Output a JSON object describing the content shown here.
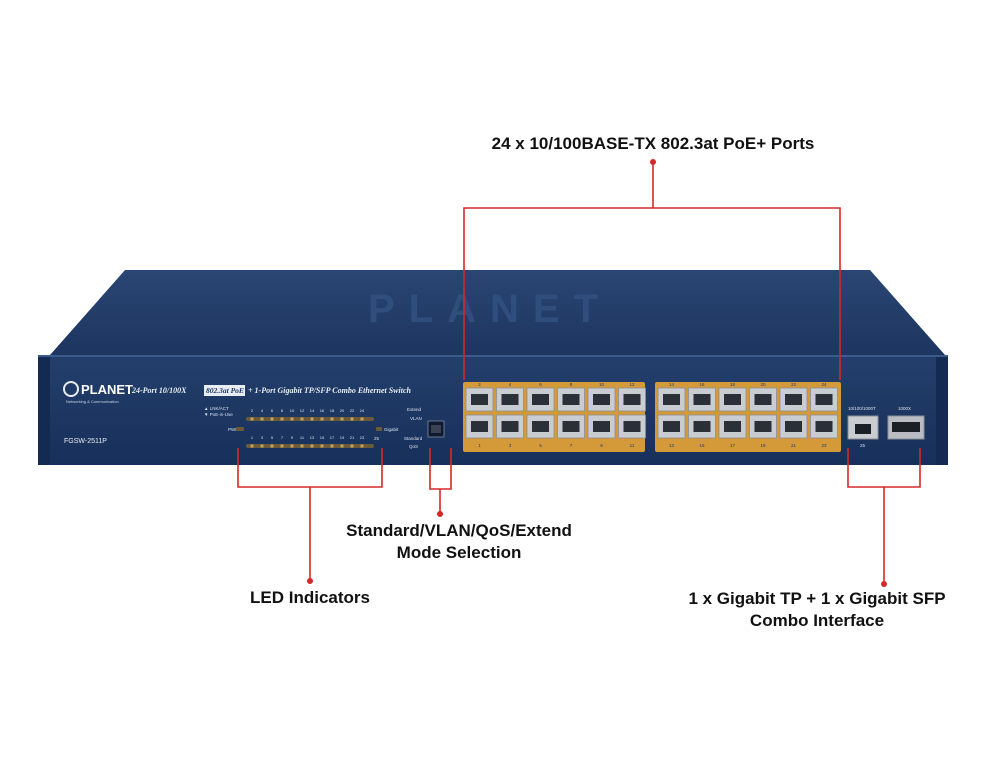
{
  "device": {
    "brand": "PLANET",
    "brand_tagline": "Networking & Communication",
    "description_prefix": "24-Port 10/100X",
    "description_badge": "802.3at PoE",
    "description_suffix": "+ 1-Port Gigabit TP/SFP Combo Ethernet Switch",
    "model": "FGSW-2511P",
    "led_legend_1": "▲ LNK/ACT",
    "led_legend_2": "▼ PoE-in-Use",
    "pwr_label": "PWR",
    "gigabit_label": "Gigabit",
    "mode_labels": [
      "Extend",
      "VLAN",
      "Standard",
      "QoS"
    ],
    "top_port_numbers": [
      "2",
      "4",
      "6",
      "8",
      "10",
      "12",
      "14",
      "16",
      "18",
      "20",
      "22",
      "24"
    ],
    "bottom_port_numbers": [
      "1",
      "3",
      "5",
      "7",
      "9",
      "11",
      "13",
      "15",
      "17",
      "19",
      "21",
      "23"
    ],
    "led_top_numbers": [
      "2",
      "4",
      "6",
      "8",
      "10",
      "12",
      "14",
      "16",
      "18",
      "20",
      "22",
      "24"
    ],
    "led_bottom_numbers": [
      "1",
      "3",
      "5",
      "7",
      "9",
      "11",
      "13",
      "15",
      "17",
      "19",
      "21",
      "23"
    ],
    "led_extra_number": "25",
    "combo_tp_label": "10/100/1000T",
    "combo_sfp_label": "1000X",
    "combo_port_number": "25",
    "colors": {
      "chassis": "#1f3a66",
      "chassis_dark": "#152a4c",
      "port_panel": "#d49a3a",
      "port_jack": "#c9ccd0",
      "callout_line": "#d62828"
    }
  },
  "callouts": {
    "ports_label": "24 x 10/100BASE-TX 802.3at PoE+ Ports",
    "mode_line1": "Standard/VLAN/QoS/Extend",
    "mode_line2": "Mode Selection",
    "led_label": "LED Indicators",
    "combo_line1": "1 x Gigabit TP + 1 x Gigabit SFP",
    "combo_line2": "Combo Interface"
  }
}
